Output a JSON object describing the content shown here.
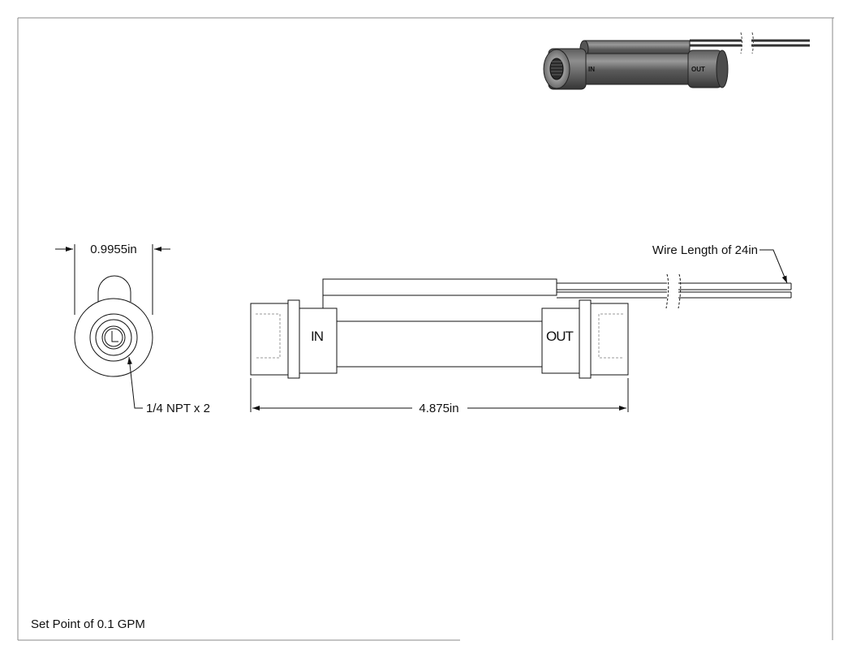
{
  "drawing": {
    "end_view": {
      "width_dimension": "0.9955in",
      "port_callout": "1/4 NPT x 2"
    },
    "side_view": {
      "inlet_label": "IN",
      "outlet_label": "OUT",
      "length_dimension": "4.875in",
      "wire_callout": "Wire Length of 24in"
    },
    "iso_view": {
      "inlet_label": "IN",
      "outlet_label": "OUT"
    },
    "notes": {
      "set_point": "Set Point of 0.1 GPM"
    }
  }
}
